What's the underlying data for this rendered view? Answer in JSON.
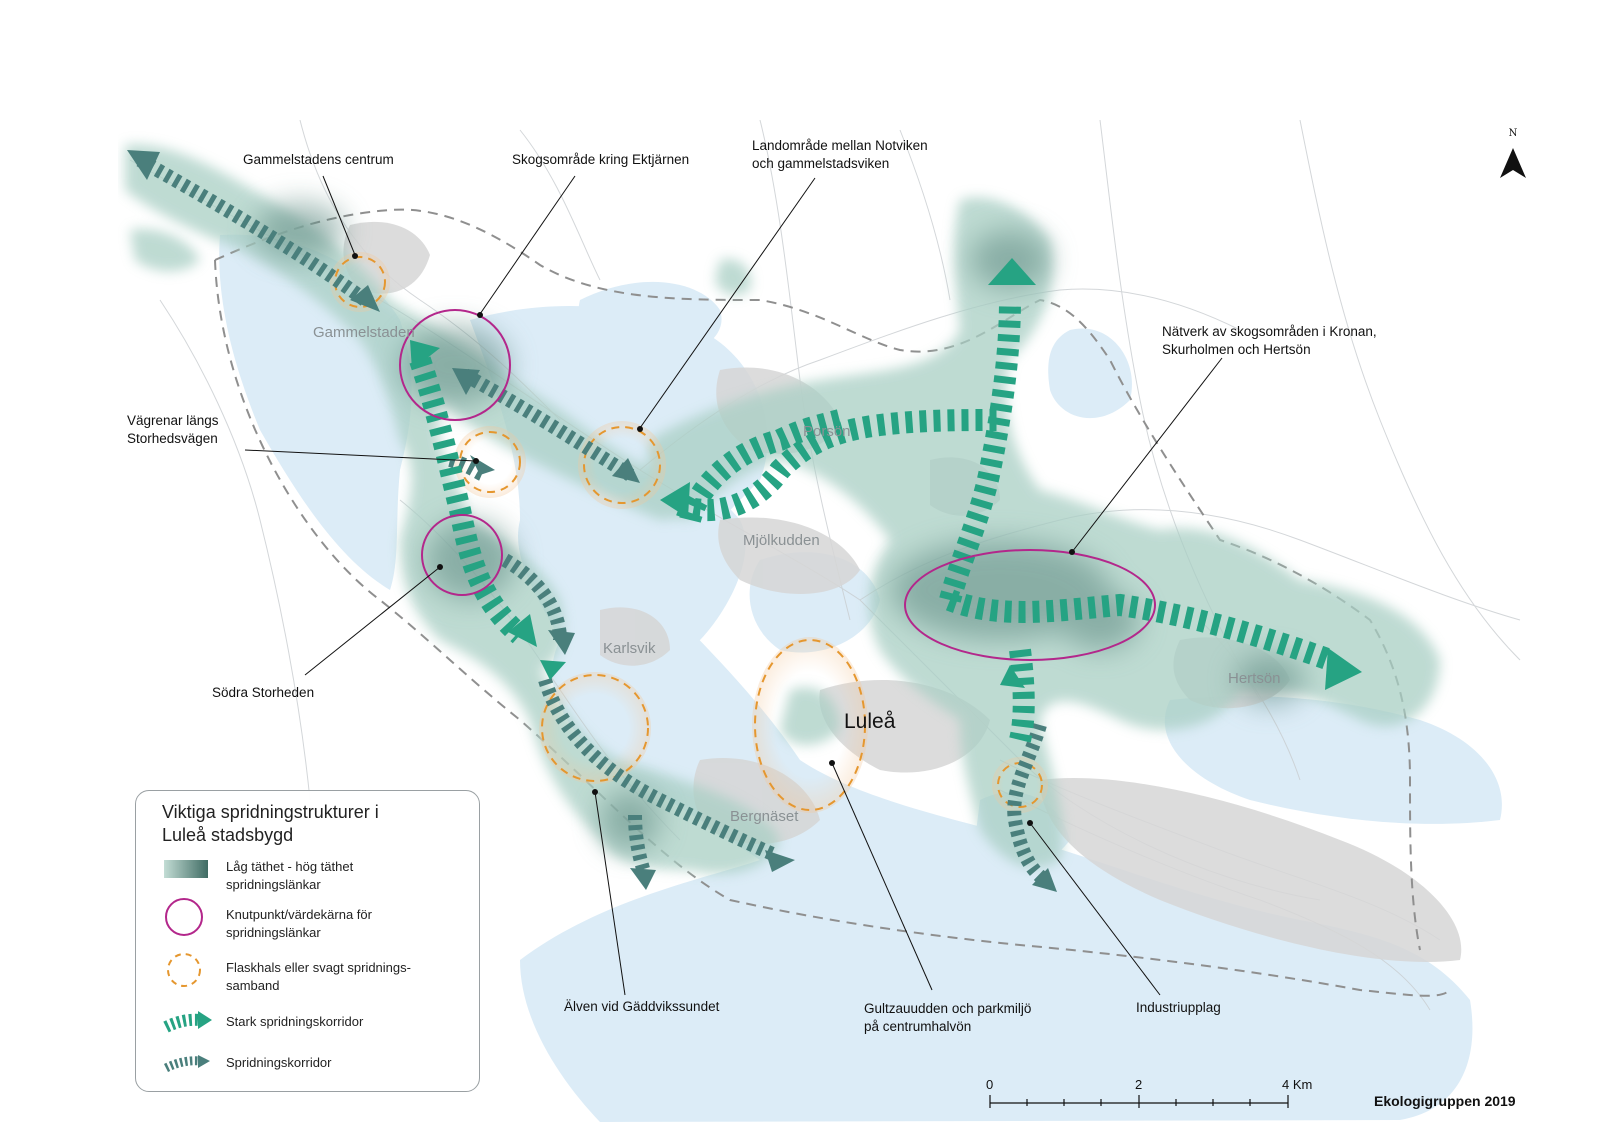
{
  "map": {
    "colors": {
      "water": "#dcecf7",
      "land": "#ffffff",
      "urban": "#d8d8d8",
      "corridor_low": "#a9cfc4",
      "corridor_high": "#4f7b73",
      "arrow_strong": "#26a383",
      "arrow_weak": "#4a7f7c",
      "node_circle": "#b3278b",
      "bottleneck": "#e5972f",
      "boundary": "#8f8f8f"
    },
    "north_label": "N",
    "places": {
      "gammelstaden": "Gammelstaden",
      "porson": "Porsön",
      "mjolkudden": "Mjölkudden",
      "karlsvik": "Karlsvik",
      "lulea": "Luleå",
      "bergnaset": "Bergnäset",
      "hertson": "Hertsön"
    },
    "callouts": {
      "gammelstadens_centrum": "Gammelstadens centrum",
      "ektjarnen": "Skogsområde kring Ektjärnen",
      "notviken_1": "Landområde mellan Notviken",
      "notviken_2": "och gammelstadsviken",
      "kronan_1": "Nätverk av skogsområden i Kronan,",
      "kronan_2": "Skurholmen och Hertsön",
      "vagrenar_1": "Vägrenar längs",
      "vagrenar_2": "Storhedsvägen",
      "sodra_storheden": "Södra Storheden",
      "alven": "Älven vid Gäddvikssundet",
      "gultzauudden_1": "Gultzauudden och parkmiljö",
      "gultzauudden_2": "på centrumhalvön",
      "industriupplag": "Industriupplag"
    },
    "legend": {
      "title_1": "Viktiga spridningstrukturer i",
      "title_2": "Luleå stadsbygd",
      "density_1": "Låg täthet - hög täthet",
      "density_2": "spridningslänkar",
      "node_1": "Knutpunkt/värdekärna för",
      "node_2": "spridningslänkar",
      "bottleneck_1": "Flaskhals eller svagt spridnings-",
      "bottleneck_2": "samband",
      "strong": "Stark spridningskorridor",
      "weak": "Spridningskorridor"
    },
    "scale": {
      "tick_0": "0",
      "tick_2": "2",
      "tick_4": "4 Km"
    },
    "credit": "Ekologigruppen 2019"
  }
}
